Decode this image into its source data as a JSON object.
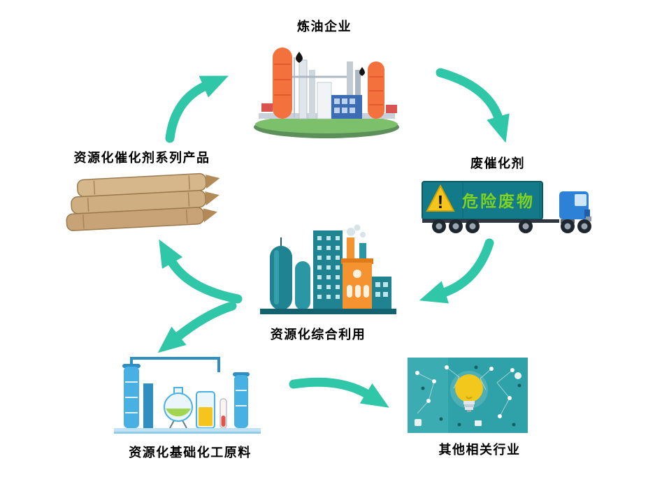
{
  "nodes": {
    "refinery": {
      "label": "炼油企业"
    },
    "spent_catalyst": {
      "label": "废催化剂",
      "container_text": "危险废物",
      "hazard_mark": "!"
    },
    "utilization": {
      "label": "资源化综合利用"
    },
    "catalyst_products": {
      "label": "资源化催化剂系列产品"
    },
    "basic_chemicals": {
      "label": "资源化基础化工原料"
    },
    "other_industries": {
      "label": "其他相关行业"
    }
  },
  "flows": [
    {
      "from": "catalyst_products",
      "to": "refinery"
    },
    {
      "from": "refinery",
      "to": "spent_catalyst"
    },
    {
      "from": "spent_catalyst",
      "to": "utilization"
    },
    {
      "from": "utilization",
      "to": "catalyst_products"
    },
    {
      "from": "utilization",
      "to": "basic_chemicals"
    },
    {
      "from": "basic_chemicals",
      "to": "other_industries"
    }
  ],
  "colors": {
    "arrow": "#2fc7a8",
    "label_text": "#000000",
    "refinery_tower_orange": "#f2713d",
    "island_green": "#7cc06c",
    "truck_container_teal": "#127a89",
    "truck_cab_blue": "#2d82d8",
    "hazard_triangle_yellow": "#f5c51d",
    "container_text_green": "#7ed321",
    "factory_teal": "#1f8392",
    "factory_orange": "#f59331",
    "bag_tan": "#c7a377",
    "chem_blue": "#49b0e4",
    "flask_liquid_green": "#a2d652",
    "other_bg_teal": "#2fa2a9",
    "bulb_yellow": "#f3c81d"
  }
}
